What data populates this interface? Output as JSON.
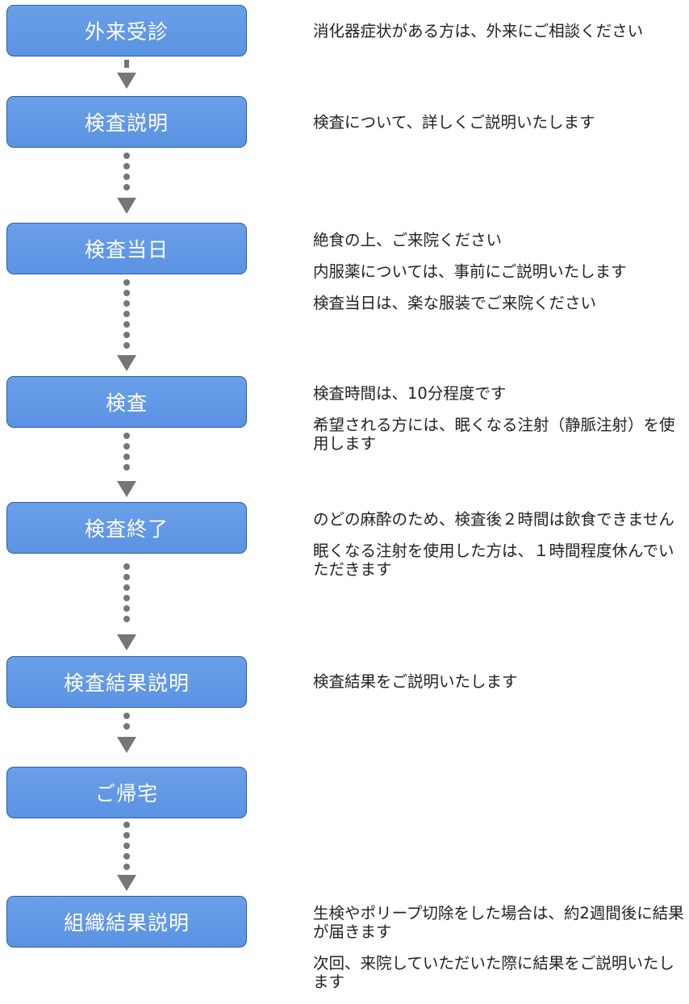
{
  "steps": [
    {
      "label": "外来受診",
      "notes": [
        "消化器症状がある方は、外来にご相談ください"
      ]
    },
    {
      "label": "検査説明",
      "notes": [
        "検査について、詳しくご説明いたします"
      ]
    },
    {
      "label": "検査当日",
      "notes": [
        "絶食の上、ご来院ください",
        "内服薬については、事前にご説明いたします",
        "検査当日は、楽な服装でご来院ください"
      ]
    },
    {
      "label": "検査",
      "notes": [
        "検査時間は、10分程度です",
        "希望される方には、眠くなる注射（静脈注射）を使用します"
      ]
    },
    {
      "label": "検査終了",
      "notes": [
        "のどの麻酔のため、検査後２時間は飲食できません",
        "眠くなる注射を使用した方は、１時間程度休んでいただきます"
      ]
    },
    {
      "label": "検査結果説明",
      "notes": [
        "検査結果をご説明いたします"
      ]
    },
    {
      "label": "ご帰宅",
      "notes": []
    },
    {
      "label": "組織結果説明",
      "notes": [
        "生検やポリープ切除をした場合は、約2週間後に結果が届きます",
        "次回、来院していただいた際に結果をご説明いたします"
      ]
    }
  ]
}
